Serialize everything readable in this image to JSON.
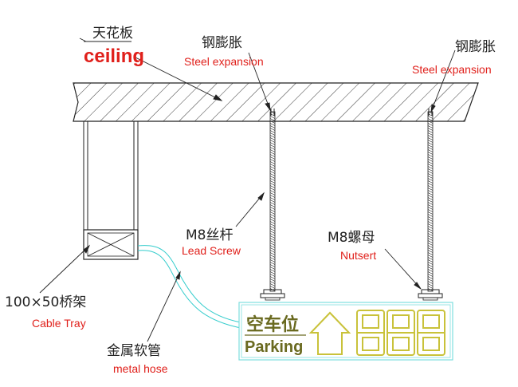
{
  "colors": {
    "line": "#222222",
    "red": "#e0201b",
    "cyan": "#33cccc",
    "sign_border": "#7fdede",
    "digit": "#c9c23a",
    "parking_text": "#6a6a20"
  },
  "labels": {
    "ceiling_cn": "天花板",
    "ceiling_en": "ceiling",
    "steel_exp_cn_1": "钢膨胀",
    "steel_exp_en_1": "Steel expansion",
    "steel_exp_cn_2": "钢膨胀",
    "steel_exp_en_2": "Steel expansion",
    "lead_screw_cn": "M8丝杆",
    "lead_screw_en": "Lead Screw",
    "nutsert_cn": "M8螺母",
    "nutsert_en": "Nutsert",
    "cable_tray_cn": "100×50桥架",
    "cable_tray_en": "Cable Tray",
    "hose_cn": "金属软管",
    "hose_en": "metal hose"
  },
  "sign": {
    "title_cn": "空车位",
    "title_en": "Parking",
    "arrow_icon": "up-arrow-icon",
    "digits": "888"
  }
}
